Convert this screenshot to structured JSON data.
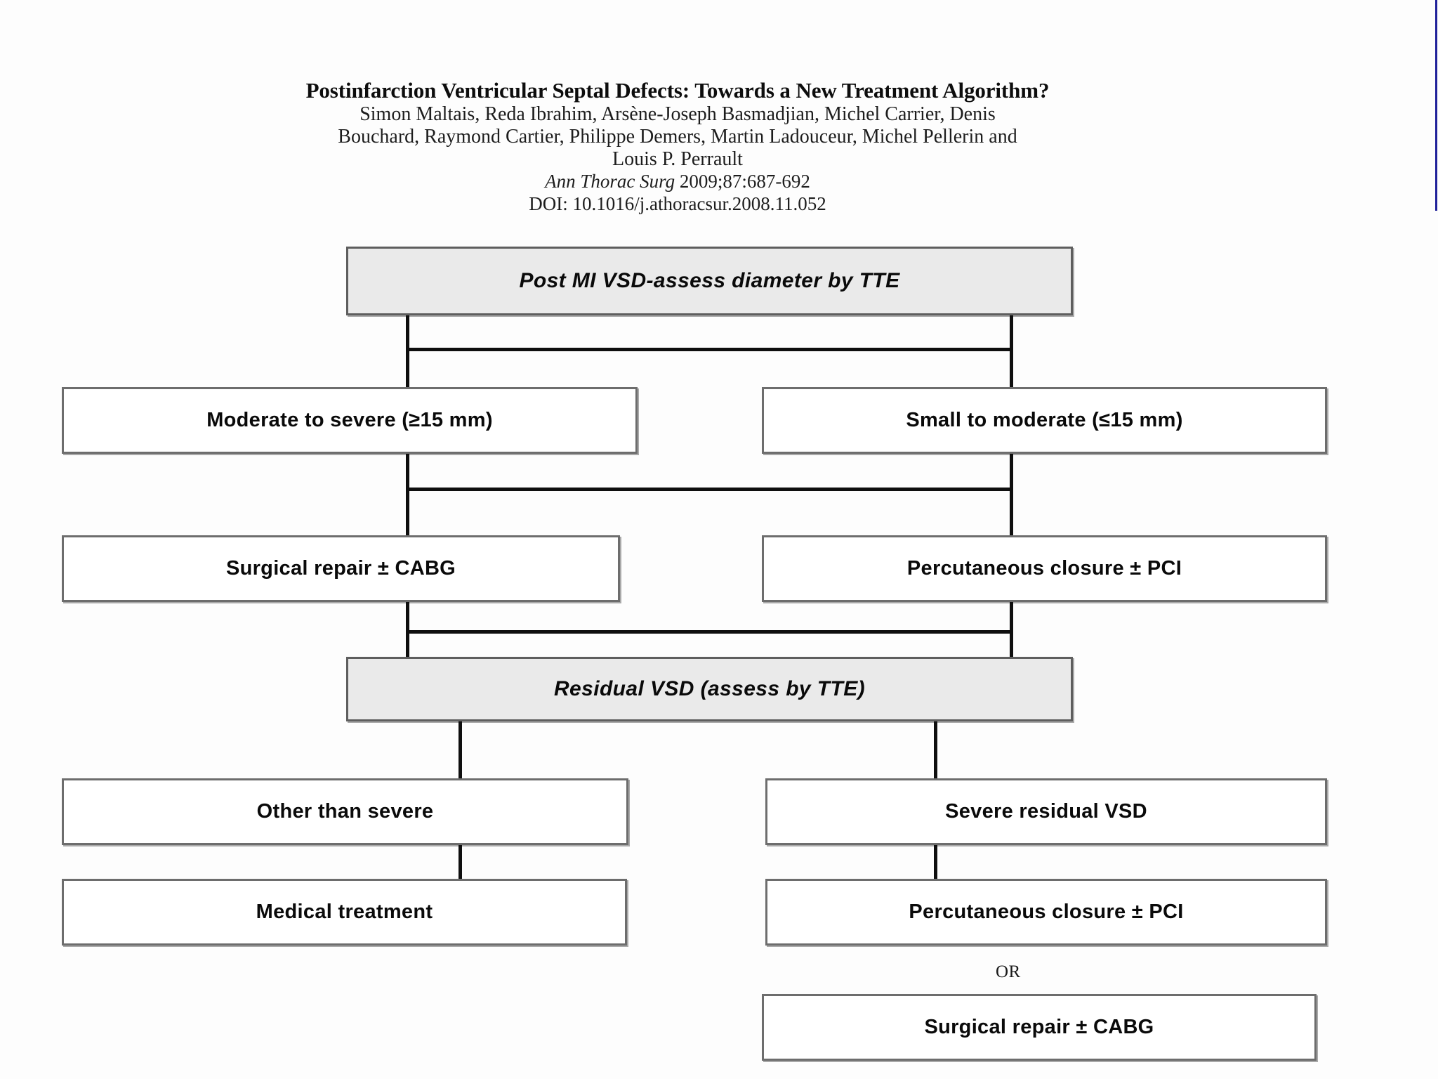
{
  "header": {
    "title": "Postinfarction Ventricular Septal Defects: Towards a New Treatment Algorithm?",
    "authors_line1": "Simon Maltais, Reda Ibrahim, Arsène-Joseph Basmadjian, Michel Carrier, Denis",
    "authors_line2": "Bouchard, Raymond Cartier, Philippe Demers, Martin Ladouceur, Michel Pellerin and",
    "authors_line3": "Louis P. Perrault",
    "journal": "Ann Thorac Surg",
    "citation": "2009;87:687-692",
    "doi": "DOI: 10.1016/j.athoracsur.2008.11.052"
  },
  "flowchart": {
    "type": "flowchart",
    "nodes": [
      {
        "id": "root",
        "label": "Post MI VSD-assess diameter by TTE",
        "style": "shaded"
      },
      {
        "id": "moderate-severe",
        "label": "Moderate to severe (≥15 mm)",
        "style": "plain"
      },
      {
        "id": "small-moderate",
        "label": "Small to moderate (≤15 mm)",
        "style": "plain"
      },
      {
        "id": "surgical-repair",
        "label": "Surgical repair ± CABG",
        "style": "plain"
      },
      {
        "id": "percutaneous",
        "label": "Percutaneous closure ± PCI",
        "style": "plain"
      },
      {
        "id": "residual",
        "label": "Residual VSD (assess by TTE)",
        "style": "shaded"
      },
      {
        "id": "other-severe",
        "label": "Other than severe",
        "style": "plain"
      },
      {
        "id": "severe-residual",
        "label": "Severe residual VSD",
        "style": "plain"
      },
      {
        "id": "medical",
        "label": "Medical treatment",
        "style": "plain"
      },
      {
        "id": "percutaneous-2",
        "label": "Percutaneous closure ± PCI",
        "style": "plain"
      },
      {
        "id": "surgical-2",
        "label": "Surgical repair ± CABG",
        "style": "plain"
      }
    ],
    "connector_label_or": "OR",
    "edges": [
      {
        "from": "root",
        "to": "moderate-severe"
      },
      {
        "from": "root",
        "to": "small-moderate"
      },
      {
        "from": "moderate-severe",
        "to": "surgical-repair"
      },
      {
        "from": "small-moderate",
        "to": "percutaneous"
      },
      {
        "from": "surgical-repair",
        "to": "residual"
      },
      {
        "from": "percutaneous",
        "to": "residual"
      },
      {
        "from": "residual",
        "to": "other-severe"
      },
      {
        "from": "residual",
        "to": "severe-residual"
      },
      {
        "from": "other-severe",
        "to": "medical"
      },
      {
        "from": "severe-residual",
        "to": "percutaneous-2"
      },
      {
        "from": "percutaneous-2",
        "to": "surgical-2",
        "label": "OR"
      }
    ]
  },
  "colors": {
    "shaded_fill": "#eaeaea",
    "box_border": "#6d6d6d",
    "line": "#0f0f0f",
    "text": "#0a0a0a",
    "edge_artifact": "#20219a"
  }
}
